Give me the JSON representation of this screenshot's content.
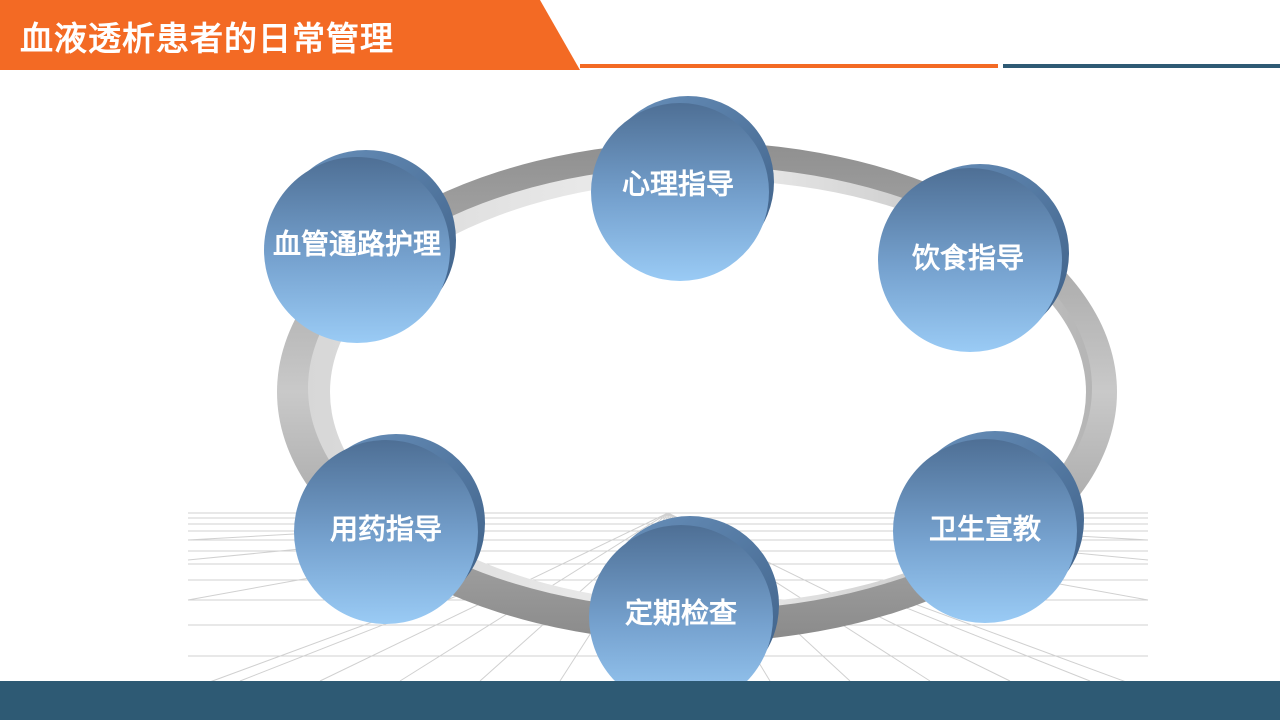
{
  "header": {
    "title": "血液透析患者的日常管理"
  },
  "diagram": {
    "nodes": [
      {
        "key": "psych",
        "label": "心理指导"
      },
      {
        "key": "diet",
        "label": "饮食指导"
      },
      {
        "key": "hygiene",
        "label": "卫生宣教"
      },
      {
        "key": "checkup",
        "label": "定期检查"
      },
      {
        "key": "medication",
        "label": "用药指导"
      },
      {
        "key": "vascular",
        "label": "血管通路护理"
      }
    ]
  },
  "colors": {
    "accent_orange": "#f36a24",
    "accent_blue": "#2e5a74",
    "ring_gray": "#a8a8a8",
    "node_top": "#4f7096",
    "node_bottom": "#96c8f2"
  }
}
